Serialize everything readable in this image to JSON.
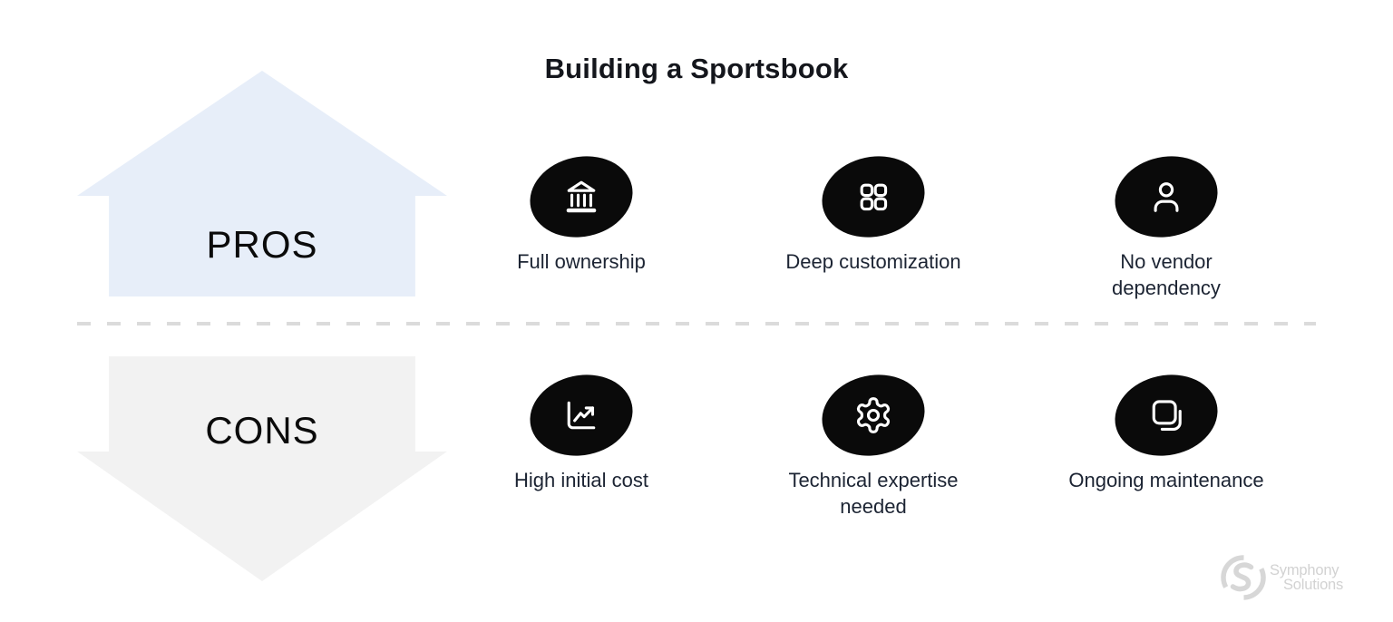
{
  "title": "Building a Sportsbook",
  "divider_color": "#dbdbdb",
  "icon_bubble_color": "#0a0a0a",
  "label_color": "#1c2433",
  "pros": {
    "label": "PROS",
    "arrow_color": "#e7eef9",
    "items": [
      {
        "icon": "landmark-icon",
        "label": "Full ownership"
      },
      {
        "icon": "grid-icon",
        "label": "Deep customization"
      },
      {
        "icon": "user-icon",
        "label": "No vendor dependency"
      }
    ]
  },
  "cons": {
    "label": "CONS",
    "arrow_color": "#f2f2f2",
    "items": [
      {
        "icon": "chart-increase-icon",
        "label": "High initial cost"
      },
      {
        "icon": "gear-icon",
        "label": "Technical expertise needed"
      },
      {
        "icon": "copy-icon",
        "label": "Ongoing maintenance"
      }
    ]
  },
  "logo": {
    "line1": "Symphony",
    "line2": "Solutions",
    "color": "#d2d2d2"
  }
}
